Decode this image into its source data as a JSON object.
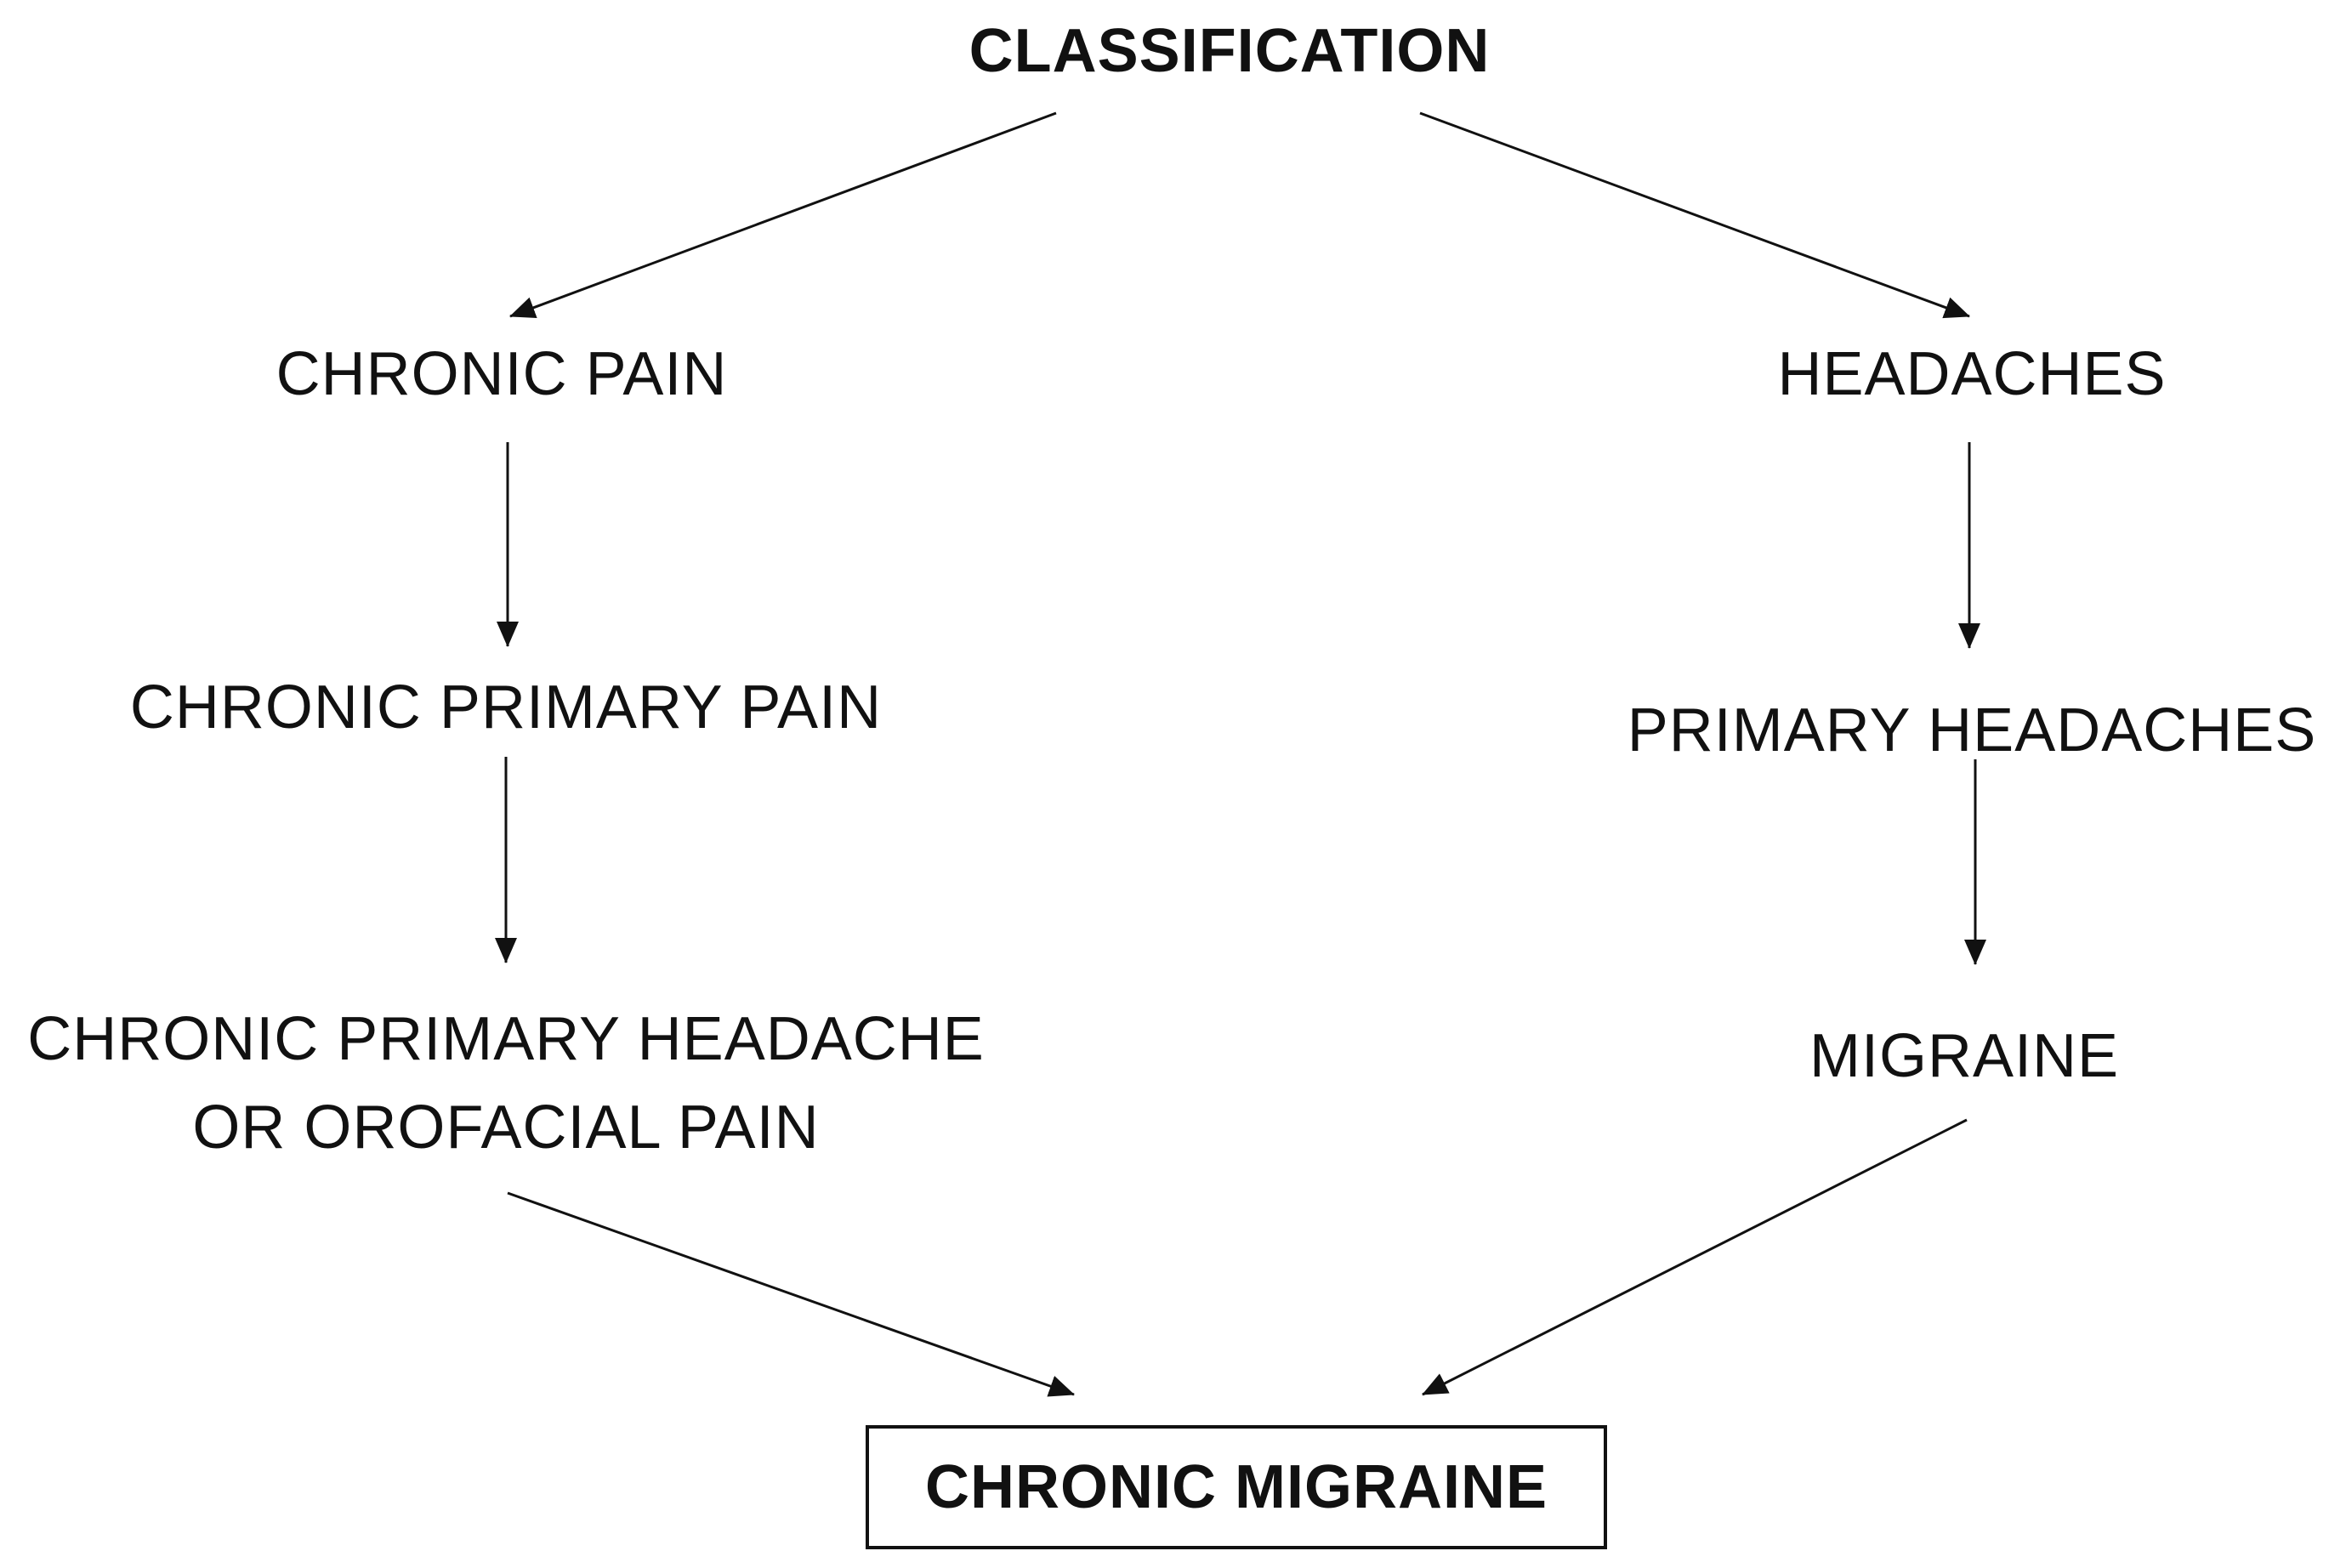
{
  "root": {
    "label": "CLASSIFICATION"
  },
  "left_branch": {
    "level1": "CHRONIC PAIN",
    "level2": "CHRONIC PRIMARY PAIN",
    "level3_line1": "CHRONIC PRIMARY HEADACHE",
    "level3_line2": "OR OROFACIAL PAIN"
  },
  "right_branch": {
    "level1": "HEADACHES",
    "level2": "PRIMARY HEADACHES",
    "level3": "MIGRAINE"
  },
  "result": {
    "label": "CHRONIC MIGRAINE"
  },
  "colors": {
    "text": "#111111",
    "line": "#111111",
    "background": "#ffffff"
  }
}
